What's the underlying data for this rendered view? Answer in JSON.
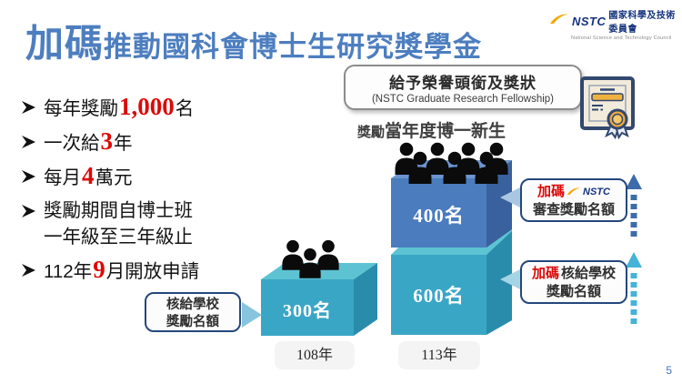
{
  "slide": {
    "page_number": "5"
  },
  "header": {
    "title_emphasis": "加碼",
    "title_rest": "推動國科會博士生研究獎學金",
    "nstc_logo": {
      "abbr": "NSTC",
      "zh": "國家科學及技術委員會",
      "en": "National Science and Technology Council"
    }
  },
  "honor_box": {
    "title": "給予榮譽頭銜及獎狀",
    "subtitle": "(NSTC Graduate Research Fellowship)"
  },
  "bullets": [
    {
      "pre": "每年獎勵",
      "em": "1,000",
      "post": "名"
    },
    {
      "pre": "一次給",
      "em": "3",
      "post": "年"
    },
    {
      "pre": "每月",
      "em": "4",
      "post": "萬元"
    },
    {
      "pre": "獎勵期間自博士班一年級至三年級止",
      "em": "",
      "post": ""
    },
    {
      "pre": "112年",
      "em": "9",
      "post": "月開放申請"
    }
  ],
  "chart_data": {
    "type": "bar",
    "title_prefix": "獎勵",
    "title_main": "當年度博一新生",
    "categories": [
      "108年",
      "113年"
    ],
    "series": [
      {
        "name": "核給學校獎勵名額",
        "values": [
          300,
          600
        ],
        "color": "#3AA6C6"
      },
      {
        "name": "加碼NSTC審查獎勵名額",
        "values": [
          null,
          400
        ],
        "color": "#4A7CBE"
      }
    ],
    "value_labels": {
      "school_108": "300名",
      "school_113": "600名",
      "nstc_113": "400名"
    },
    "legend_position": "none",
    "grid": false
  },
  "callouts": {
    "school_left": {
      "line1": "核給學校",
      "line2": "獎勵名額"
    },
    "nstc_boost": {
      "emphasis": "加碼",
      "logo": "NSTC",
      "line2": "審查獎勵名額"
    },
    "school_boost": {
      "emphasis": "加碼",
      "line1_rest": "核給學校",
      "line2": "獎勵名額"
    }
  },
  "colors": {
    "title_blue": "#4D7EBF",
    "emphasis_red": "#DD0806",
    "bar_blue_front": "#4A7CBE",
    "bar_teal_front": "#3AA6C6",
    "dashed_arrow_dark": "#3E6CAB",
    "dashed_arrow_light": "#45B3D8"
  }
}
